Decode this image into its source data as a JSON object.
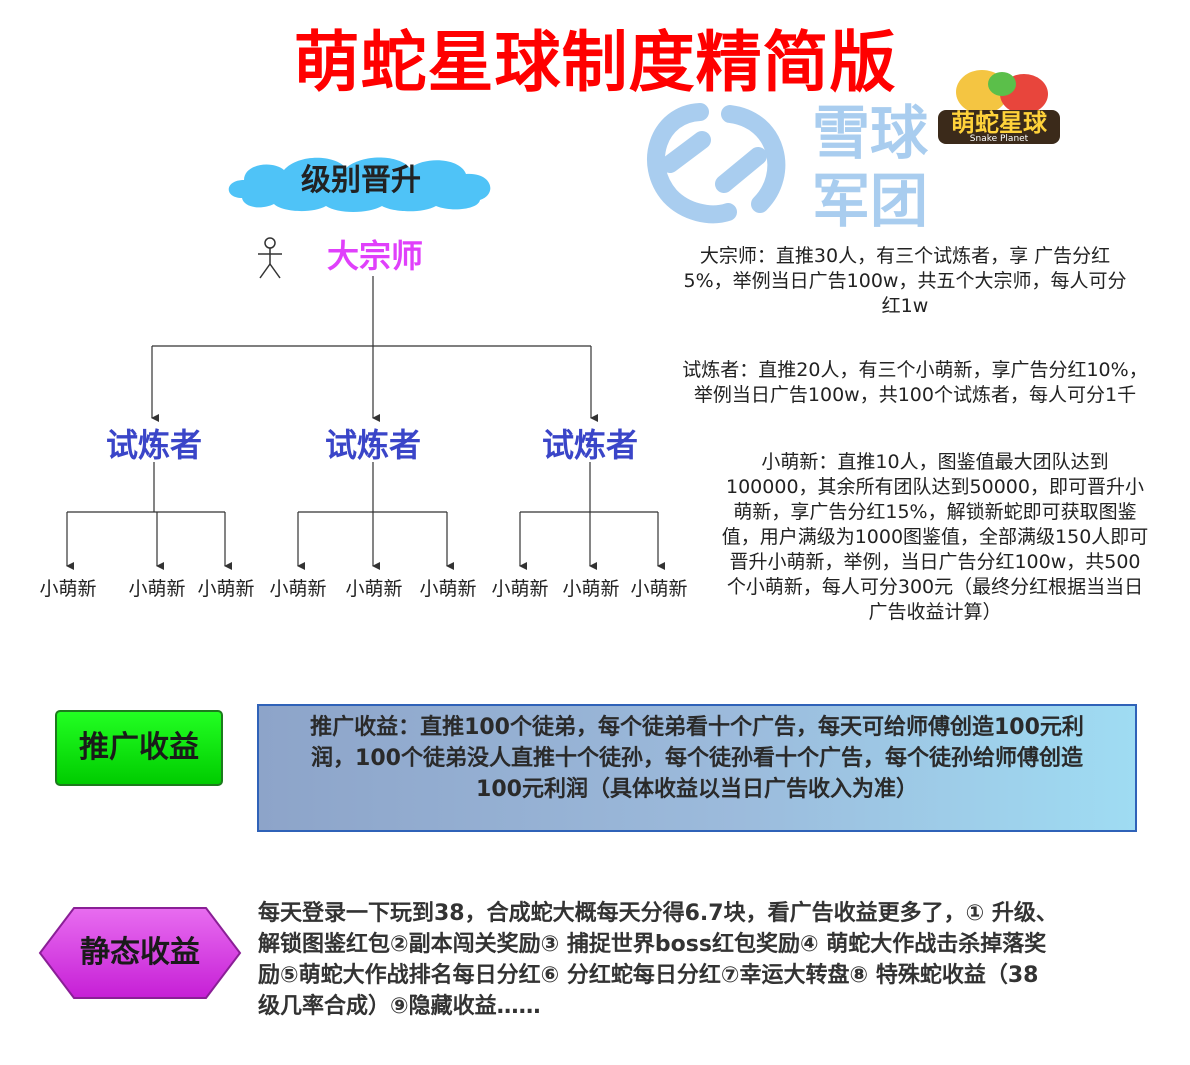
{
  "title": "萌蛇星球制度精简版",
  "watermark": {
    "line1": "雪球",
    "line2": "军团"
  },
  "logo": {
    "text": "萌蛇星球",
    "sub": "Snake Planet"
  },
  "level_section": {
    "label": "级别晋升"
  },
  "tree": {
    "root": "大宗师",
    "trainers": [
      "试炼者",
      "试炼者",
      "试炼者"
    ],
    "newbie": "小萌新"
  },
  "descriptions": {
    "master": [
      "大宗师：直推30人，有三个试炼者，享 广告分红",
      "5%，举例当日广告100w，共五个大宗师，每人可分",
      "红1w"
    ],
    "trainer": [
      "试炼者：直推20人，有三个小萌新，享广告分红10%，",
      "举例当日广告100w，共100个试炼者，每人可分1千"
    ],
    "newbie": [
      "小萌新：直推10人，图鉴值最大团队达到",
      "100000，其余所有团队达到50000，即可晋升小",
      "萌新，享广告分红15%，解锁新蛇即可获取图鉴",
      "值，用户满级为1000图鉴值，全部满级150人即可",
      "晋升小萌新，举例，当日广告分红100w，共500",
      "个小萌新，每人可分300元（最终分红根据当当日",
      "广告收益计算）"
    ]
  },
  "promotion": {
    "label": "推广收益",
    "lines": [
      "推广收益：直推100个徒弟，每个徒弟看十个广告，每天可给师傅创造100元利",
      "润，100个徒弟没人直推十个徒孙，每个徒孙看十个广告，每个徒孙给师傅创造",
      "100元利润（具体收益以当日广告收入为准）"
    ]
  },
  "static_income": {
    "label": "静态收益",
    "lines": [
      "每天登录一下玩到38，合成蛇大概每天分得6.7块，看广告收益更多了，① 升级、",
      "解锁图鉴红包②副本闯关奖励③ 捕捉世界boss红包奖励④ 萌蛇大作战击杀掉落奖",
      "励⑤萌蛇大作战排名每日分红⑥ 分红蛇每日分红⑦幸运大转盘⑧ 特殊蛇收益（38",
      "级几率合成）⑨隐藏收益……"
    ]
  },
  "colors": {
    "title": "#ff0000",
    "master": "#e040fb",
    "trainer": "#3a45c8",
    "cloud": "#4fc3f7",
    "promo_button": "#00dd00",
    "static_hexagon": "#d93be8",
    "promo_border": "#2f62b8",
    "watermark": "#a9cdef"
  },
  "icons": [
    "stick-figure-icon",
    "watermark-logo-icon",
    "game-logo-icon"
  ]
}
